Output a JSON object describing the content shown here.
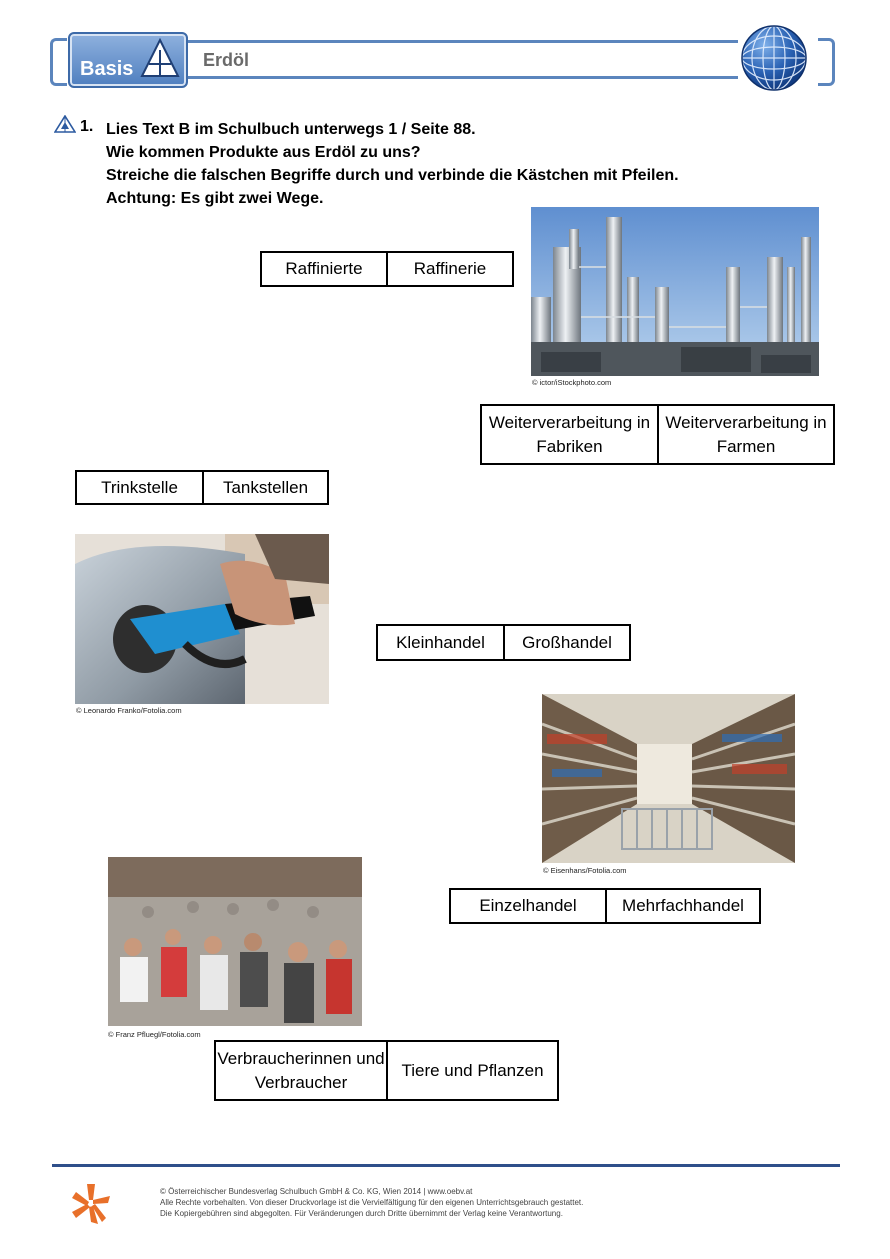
{
  "header": {
    "badge_label": "Basis",
    "title": "Erdöl"
  },
  "task": {
    "number": "1.",
    "lines": [
      "Lies Text B im Schulbuch unterwegs 1 / Seite 88.",
      "Wie kommen Produkte aus Erdöl zu uns?",
      "Streiche die falschen Begriffe durch und verbinde die Kästchen mit Pfeilen.",
      "Achtung: Es gibt zwei Wege."
    ]
  },
  "option_pairs": [
    {
      "left": "Raffinierte",
      "right": "Raffinerie"
    },
    {
      "left": "Weiterverarbeitung in Fabriken",
      "right": "Weiterverarbeitung in Farmen"
    },
    {
      "left": "Trinkstelle",
      "right": "Tankstellen"
    },
    {
      "left": "Kleinhandel",
      "right": "Großhandel"
    },
    {
      "left": "Einzelhandel",
      "right": "Mehrfachhandel"
    },
    {
      "left": "Verbraucherinnen und Verbraucher",
      "right": "Tiere und Pflanzen"
    }
  ],
  "photo_credits": {
    "refinery": "© ictor/iStockphoto.com",
    "fuel": "© Leonardo Franko/Fotolia.com",
    "supermarket": "© Eisenhans/Fotolia.com",
    "crowd": "© Franz Pfluegl/Fotolia.com"
  },
  "footer": {
    "lines": [
      "© Österreichischer Bundesverlag Schulbuch GmbH & Co. KG, Wien 2014 | www.oebv.at",
      "Alle Rechte vorbehalten. Von dieser Druckvorlage ist die Vervielfältigung für den eigenen Unterrichtsgebrauch gestattet.",
      "Die Kopiergebühren sind abgegolten. Für Veränderungen durch Dritte übernimmt der Verlag keine Verantwortung."
    ]
  },
  "colors": {
    "header_blue": "#5b85bd",
    "footer_rule": "#2f4f8a",
    "logo_orange": "#e8702a"
  }
}
